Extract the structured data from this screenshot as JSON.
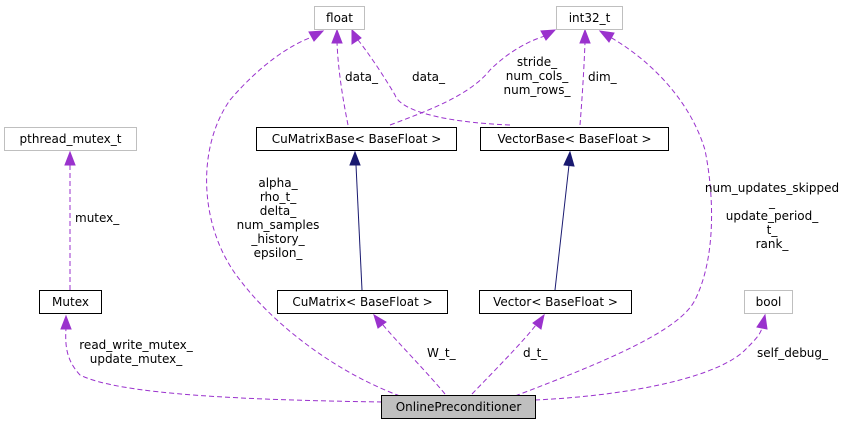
{
  "nodes": {
    "float": "float",
    "int32_t": "int32_t",
    "pthread_mutex_t": "pthread_mutex_t",
    "cumatrixbase": "CuMatrixBase< BaseFloat >",
    "vectorbase": "VectorBase< BaseFloat >",
    "mutex": "Mutex",
    "cumatrix": "CuMatrix< BaseFloat >",
    "vector": "Vector< BaseFloat >",
    "bool": "bool",
    "onlinepreconditioner": "OnlinePreconditioner"
  },
  "edge_labels": {
    "cmb_float": "data_",
    "vb_float": "data_",
    "cmb_int32": [
      "stride_",
      "num_cols_",
      "num_rows_"
    ],
    "vb_int32": "dim_",
    "mutex_pthread": "mutex_",
    "op_float": [
      "alpha_",
      "rho_t_",
      "delta_",
      "num_samples",
      "_history_",
      "epsilon_"
    ],
    "op_int32": [
      "num_updates_skipped",
      "_",
      "update_period_",
      "t_",
      "rank_"
    ],
    "op_mutex": [
      "read_write_mutex_",
      "update_mutex_"
    ],
    "op_cumatrix": "W_t_",
    "op_vector": "d_t_",
    "op_bool": "self_debug_"
  },
  "colors": {
    "member_edge": "#9a32cd",
    "inheritance_edge": "#191970",
    "highlight_fill": "#bfbfbf",
    "faint_border": "#bfbfbf"
  }
}
